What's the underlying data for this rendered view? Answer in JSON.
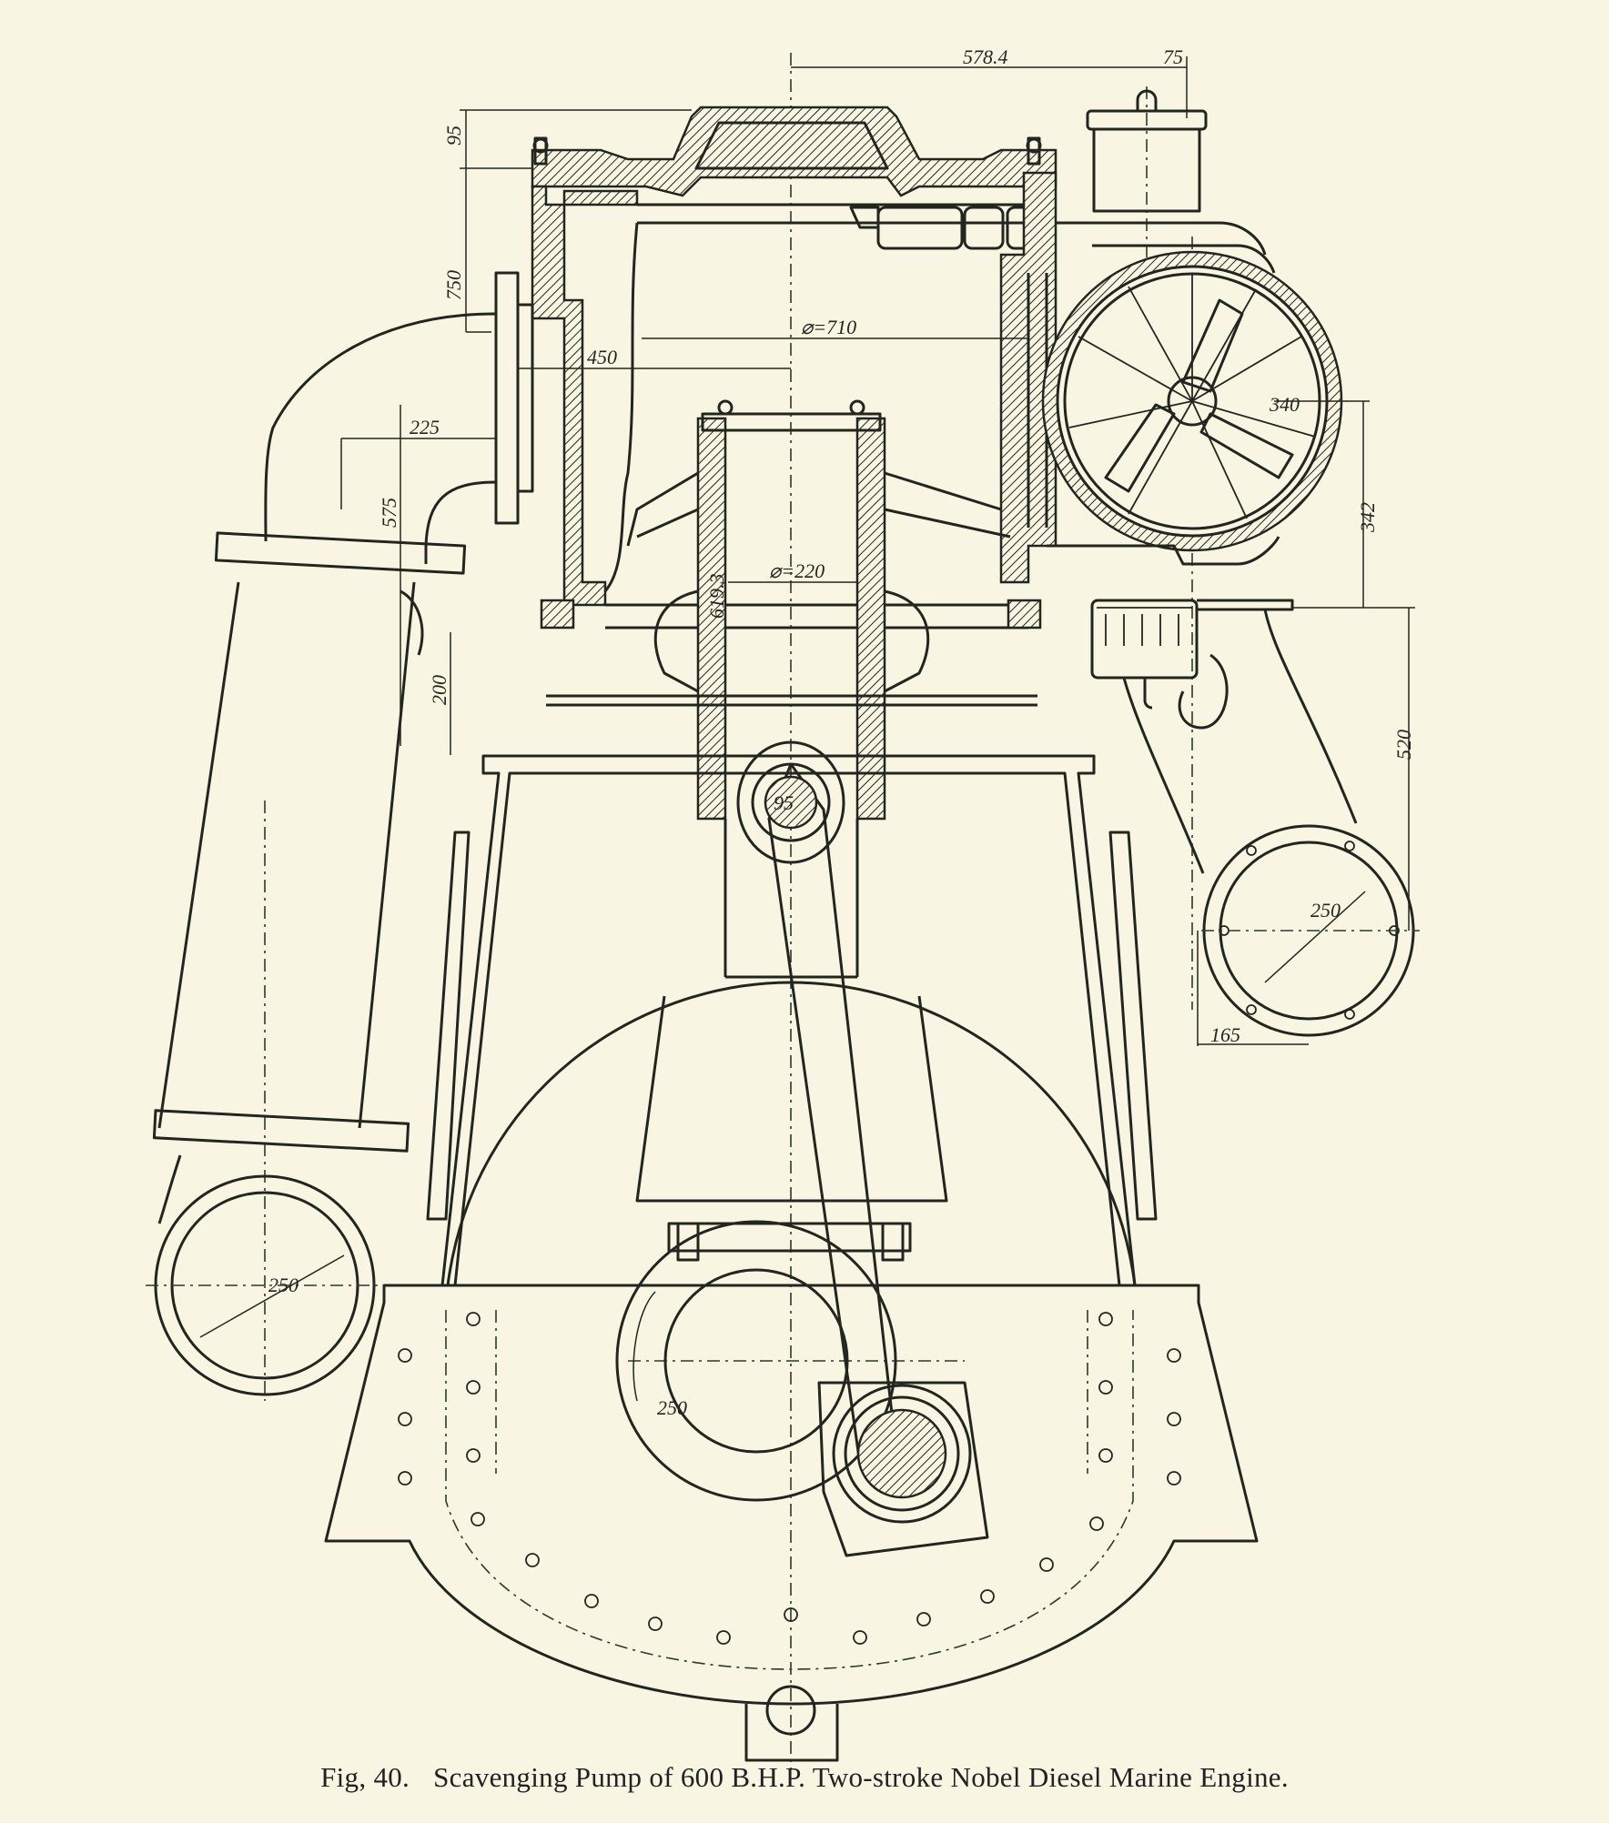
{
  "caption": {
    "figure_number": "Fig, 40.",
    "title": "Scavenging Pump of 600 B.H.P. Two-stroke Nobel Diesel Marine Engine."
  },
  "dimensions": {
    "top_width": "578.4",
    "top_offset": "75",
    "cover_height": "95",
    "cylinder_height": "750",
    "flange_offset": "450",
    "cylinder_bore": "⌀=710",
    "pipe_offset": "225",
    "pipe_drop": "575",
    "lower_offset": "200",
    "guide_length": "619.3",
    "trunk_bore": "⌀=220",
    "fan_radius": "340",
    "fan_to_outlet": "342",
    "outlet_drop": "520",
    "outlet_diameter": "250",
    "outlet_offset": "165",
    "inlet_diameter": "250",
    "crank_radius": "250",
    "crosshead_pin": "95"
  },
  "colors": {
    "paper": "#f8f5e2",
    "ink": "#23261f"
  }
}
